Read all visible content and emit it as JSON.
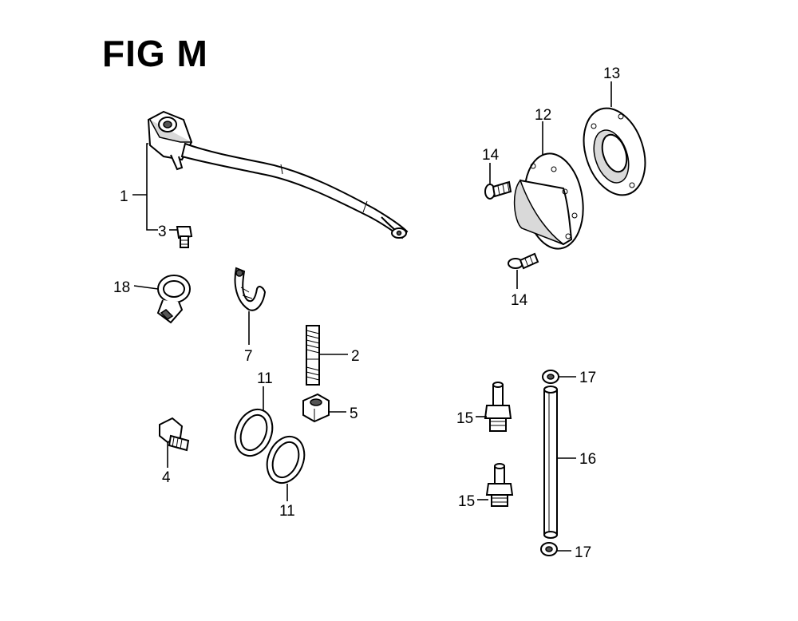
{
  "figure": {
    "title": "FIG M"
  },
  "callouts": [
    {
      "id": "c1",
      "label": "1"
    },
    {
      "id": "c3",
      "label": "3"
    },
    {
      "id": "c18",
      "label": "18"
    },
    {
      "id": "c7",
      "label": "7"
    },
    {
      "id": "c2",
      "label": "2"
    },
    {
      "id": "c5",
      "label": "5"
    },
    {
      "id": "c4",
      "label": "4"
    },
    {
      "id": "c11a",
      "label": "11"
    },
    {
      "id": "c11b",
      "label": "11"
    },
    {
      "id": "c12",
      "label": "12"
    },
    {
      "id": "c13",
      "label": "13"
    },
    {
      "id": "c14a",
      "label": "14"
    },
    {
      "id": "c14b",
      "label": "14"
    },
    {
      "id": "c15a",
      "label": "15"
    },
    {
      "id": "c15b",
      "label": "15"
    },
    {
      "id": "c16",
      "label": "16"
    },
    {
      "id": "c17a",
      "label": "17"
    },
    {
      "id": "c17b",
      "label": "17"
    }
  ]
}
